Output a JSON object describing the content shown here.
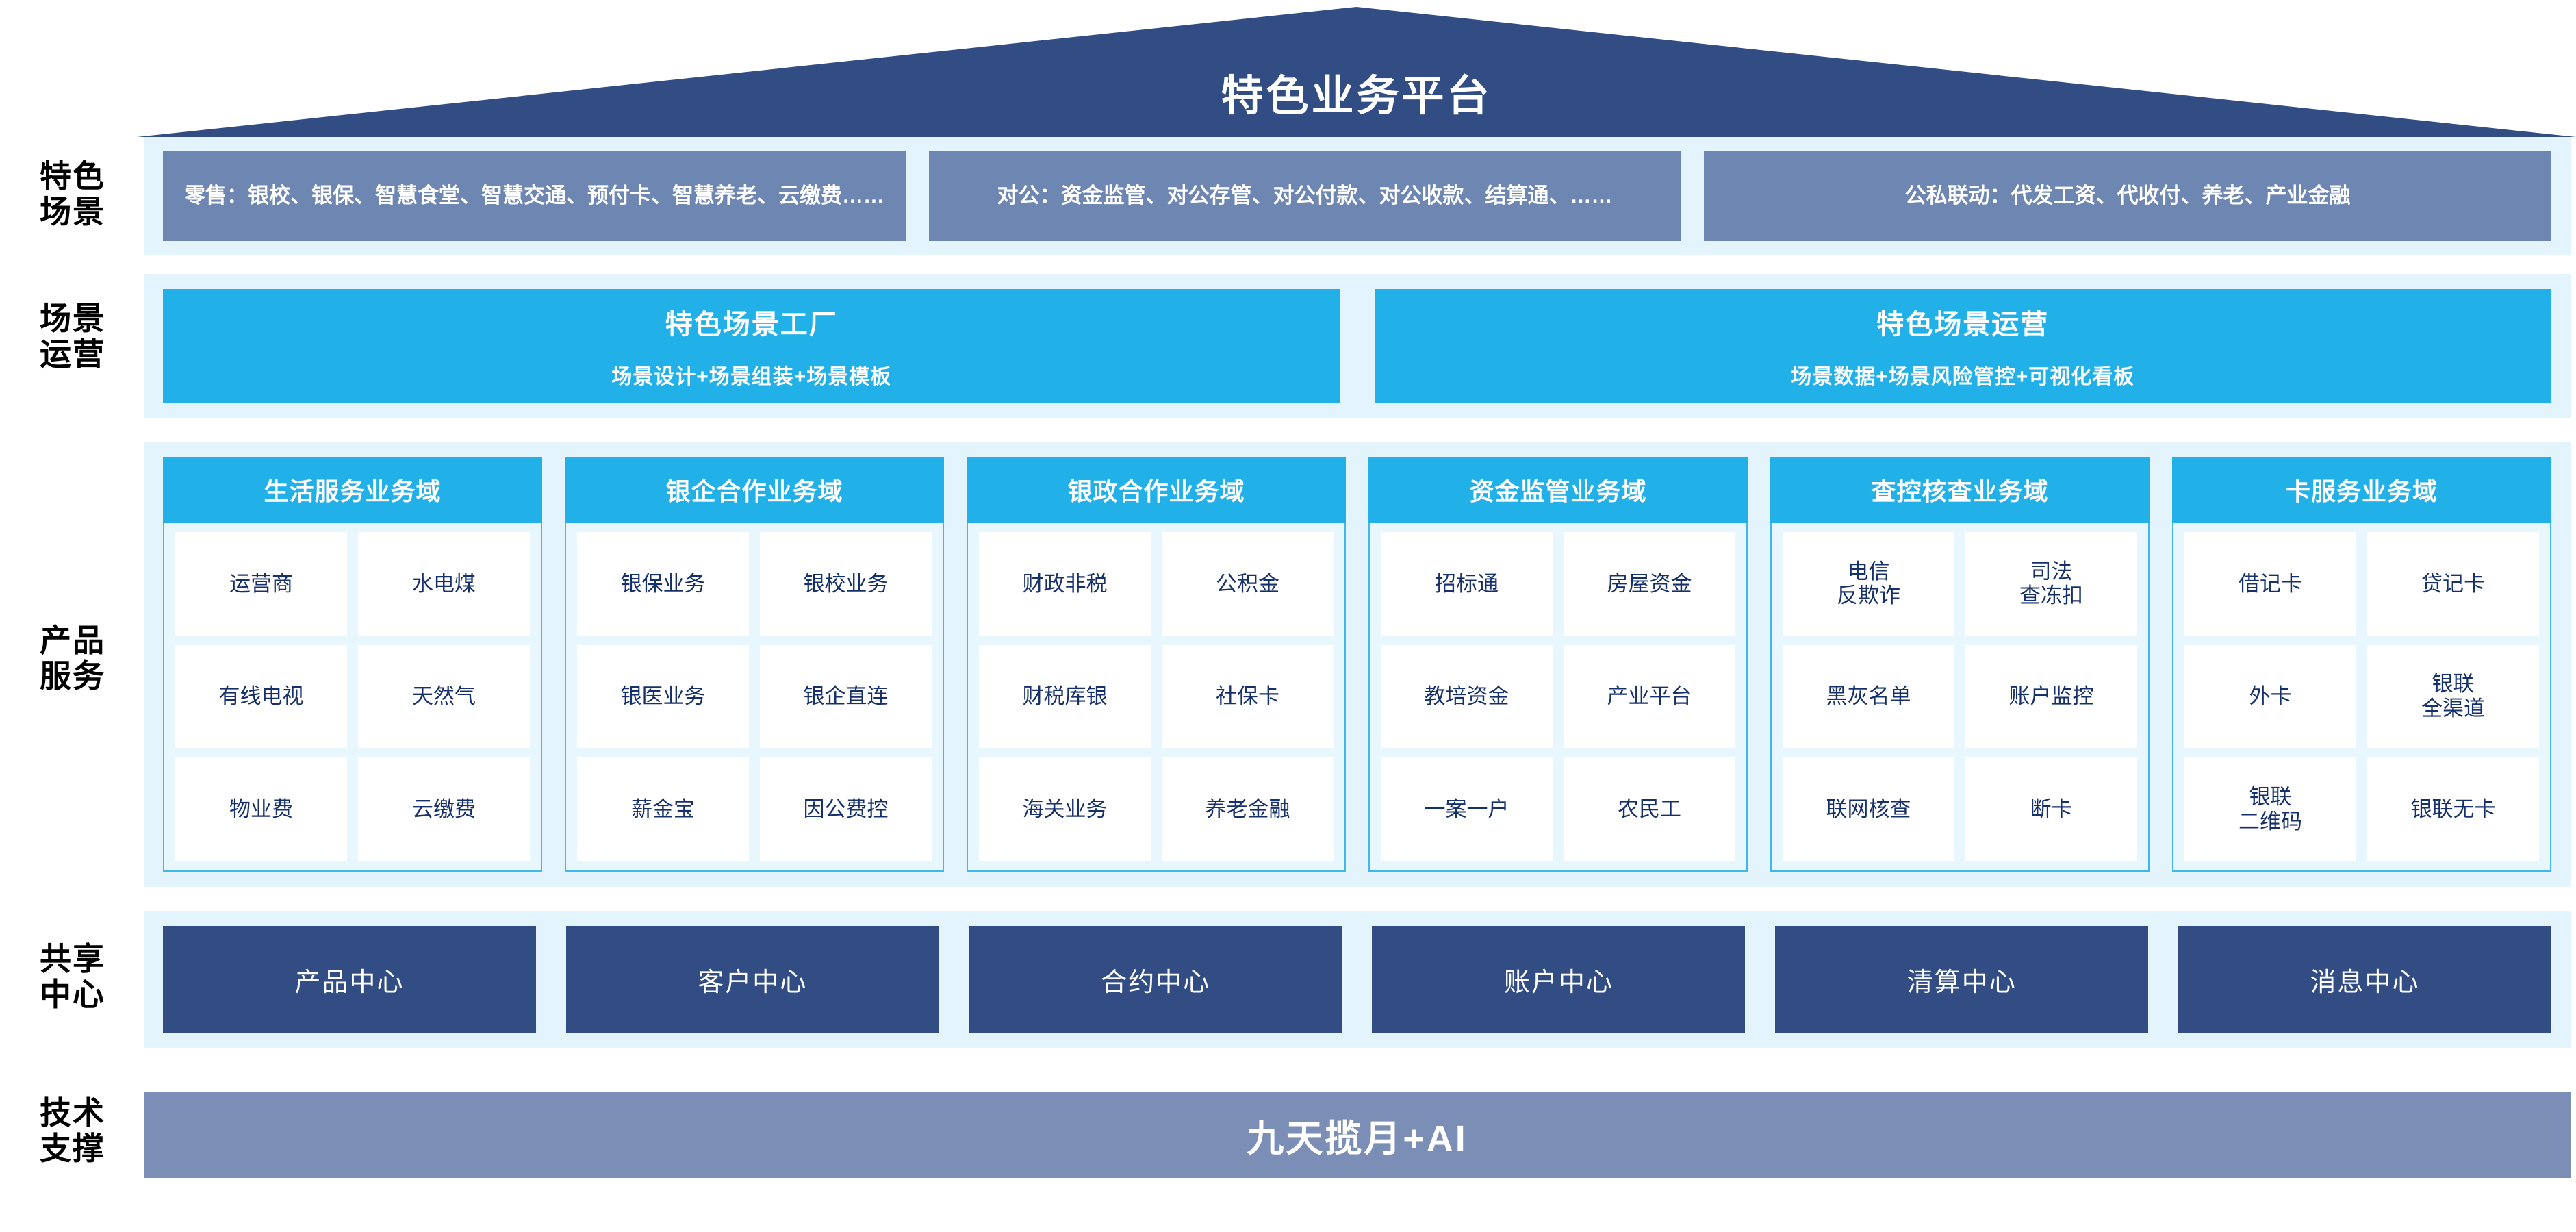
{
  "banner": {
    "title": "特色业务平台",
    "color": "#324d83"
  },
  "row_labels": {
    "scene": "特色\n场景",
    "operation": "场景\n运营",
    "product": "产品\n服务",
    "shared": "共享\n中心",
    "tech": "技术\n支撑"
  },
  "colors": {
    "dark_blue": "#324d83",
    "slate_blue": "#6d86b2",
    "cyan": "#22b0e8",
    "band_bg": "#e4f4fd",
    "column_bg": "#e8f6fd",
    "cell_text": "#16306b",
    "tech_bar": "#7b8eb5"
  },
  "scene_row": {
    "label": "特色场景",
    "boxes": [
      {
        "text": "零售：银校、银保、智慧食堂、智慧交通、预付卡、智慧养老、云缴费……"
      },
      {
        "text": "对公：资金监管、对公存管、对公付款、对公收款、结算通、……"
      },
      {
        "text": "公私联动：代发工资、代收付、养老、产业金融"
      }
    ]
  },
  "operation_row": {
    "label": "场景运营",
    "boxes": [
      {
        "title": "特色场景工厂",
        "subtitle": "场景设计+场景组装+场景模板"
      },
      {
        "title": "特色场景运营",
        "subtitle": "场景数据+场景风险管控+可视化看板"
      }
    ]
  },
  "product_row": {
    "label": "产品服务",
    "columns": [
      {
        "header": "生活服务业务域",
        "cells": [
          [
            "运营商",
            "水电煤"
          ],
          [
            "有线电视",
            "天然气"
          ],
          [
            "物业费",
            "云缴费"
          ]
        ]
      },
      {
        "header": "银企合作业务域",
        "cells": [
          [
            "银保业务",
            "银校业务"
          ],
          [
            "银医业务",
            "银企直连"
          ],
          [
            "薪金宝",
            "因公费控"
          ]
        ]
      },
      {
        "header": "银政合作业务域",
        "cells": [
          [
            "财政非税",
            "公积金"
          ],
          [
            "财税库银",
            "社保卡"
          ],
          [
            "海关业务",
            "养老金融"
          ]
        ]
      },
      {
        "header": "资金监管业务域",
        "cells": [
          [
            "招标通",
            "房屋资金"
          ],
          [
            "教培资金",
            "产业平台"
          ],
          [
            "一案一户",
            "农民工"
          ]
        ]
      },
      {
        "header": "查控核查业务域",
        "cells": [
          [
            "电信\n反欺诈",
            "司法\n查冻扣"
          ],
          [
            "黑灰名单",
            "账户监控"
          ],
          [
            "联网核查",
            "断卡"
          ]
        ]
      },
      {
        "header": "卡服务业务域",
        "cells": [
          [
            "借记卡",
            "贷记卡"
          ],
          [
            "外卡",
            "银联\n全渠道"
          ],
          [
            "银联\n二维码",
            "银联无卡"
          ]
        ]
      }
    ]
  },
  "shared_row": {
    "label": "共享中心",
    "boxes": [
      "产品中心",
      "客户中心",
      "合约中心",
      "账户中心",
      "清算中心",
      "消息中心"
    ]
  },
  "tech_row": {
    "label": "技术支撑",
    "text": "九天揽月+AI"
  }
}
